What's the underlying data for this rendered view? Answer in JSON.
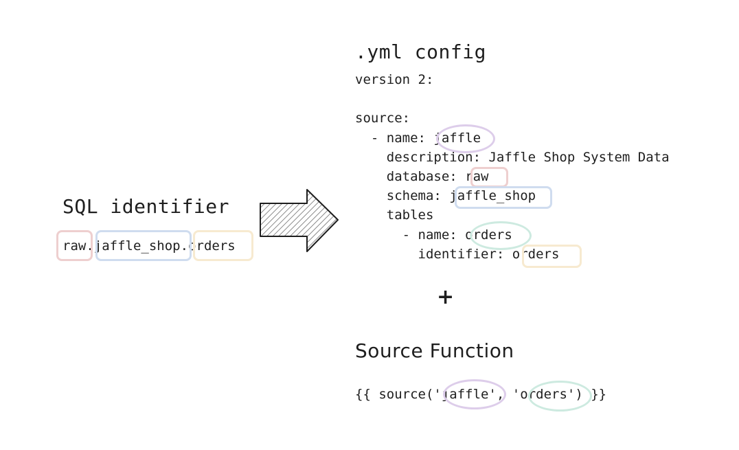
{
  "sql_section": {
    "heading": "SQL identifier",
    "part_database": "raw",
    "dot_1": ".",
    "part_schema": "jaffle_shop",
    "dot_2": ".",
    "part_table": "orders"
  },
  "yml_section": {
    "heading": ".yml config",
    "lines": {
      "version": "version 2:",
      "source": "source:",
      "name_key": "  - name: ",
      "name_value": "jaffle",
      "description": "    description: Jaffle Shop System Data",
      "database_key": "    database: ",
      "database_value": "raw",
      "schema_key": "    schema: ",
      "schema_value": "jaffle_shop",
      "tables": "    tables",
      "table_name_key": "      - name: ",
      "table_name_value": "orders",
      "identifier_key": "        identifier: ",
      "identifier_value": "orders"
    }
  },
  "plus_sign": "+",
  "function_section": {
    "heading": "Source Function",
    "prefix": "{{ source('",
    "arg1": "jaffle",
    "middle": "', '",
    "arg2": "orders",
    "suffix": "') }}"
  },
  "colors": {
    "database": "#eecfcf",
    "schema": "#cfdcef",
    "table": "#f7ead0",
    "source_name": "#ddcdea",
    "table_name": "#cdeae0",
    "arrow_stroke": "#1e1e1e"
  }
}
